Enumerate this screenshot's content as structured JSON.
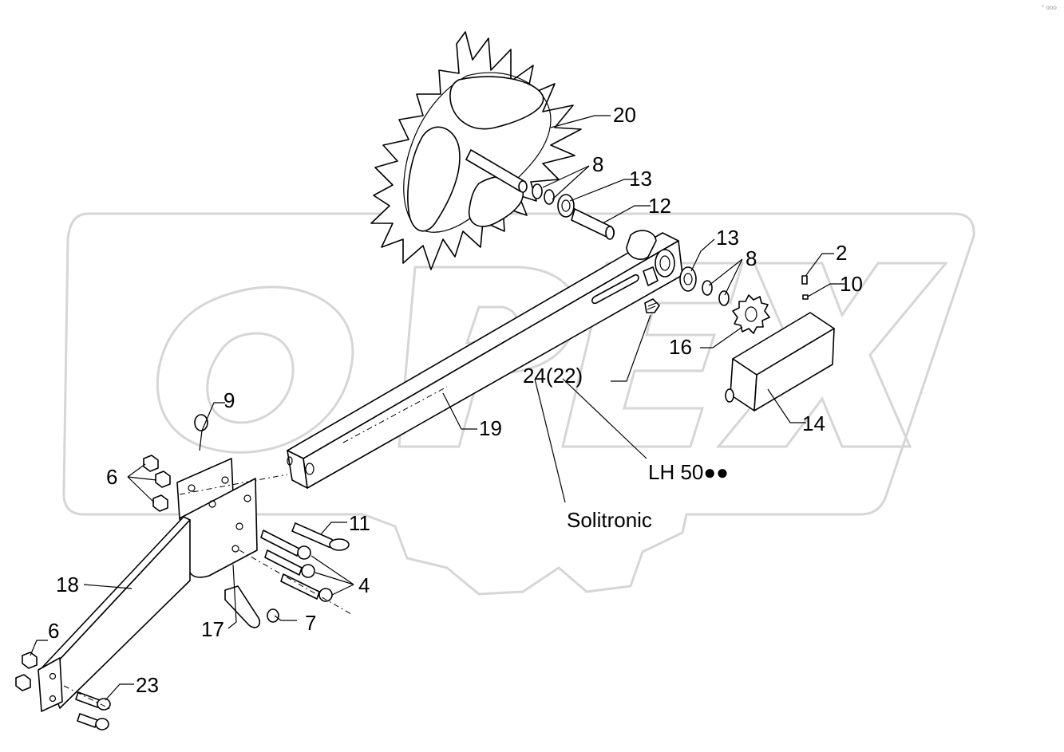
{
  "watermark": {
    "text": "OPEX"
  },
  "corner_mark": "° ooo",
  "labels": [
    {
      "id": "label-20",
      "text": "20"
    },
    {
      "id": "label-8-top",
      "text": "8"
    },
    {
      "id": "label-13-top",
      "text": "13"
    },
    {
      "id": "label-12",
      "text": "12"
    },
    {
      "id": "label-13-mid",
      "text": "13"
    },
    {
      "id": "label-8-mid",
      "text": "8"
    },
    {
      "id": "label-2",
      "text": "2"
    },
    {
      "id": "label-10",
      "text": "10"
    },
    {
      "id": "label-16",
      "text": "16"
    },
    {
      "id": "label-24-22",
      "text": "24(22)"
    },
    {
      "id": "label-14",
      "text": "14"
    },
    {
      "id": "label-19",
      "text": "19"
    },
    {
      "id": "label-lh5000",
      "text": "LH 50●●"
    },
    {
      "id": "label-solitronic",
      "text": "Solitronic"
    },
    {
      "id": "label-9",
      "text": "9"
    },
    {
      "id": "label-6-top",
      "text": "6"
    },
    {
      "id": "label-11",
      "text": "11"
    },
    {
      "id": "label-4",
      "text": "4"
    },
    {
      "id": "label-18",
      "text": "18"
    },
    {
      "id": "label-7",
      "text": "7"
    },
    {
      "id": "label-17",
      "text": "17"
    },
    {
      "id": "label-6-bottom",
      "text": "6"
    },
    {
      "id": "label-23",
      "text": "23"
    }
  ]
}
